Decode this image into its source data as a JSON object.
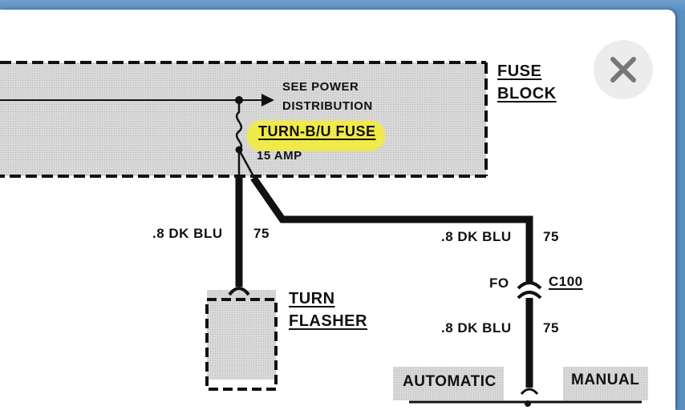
{
  "close": {
    "icon": "close-icon",
    "label": "×"
  },
  "diagram": {
    "fuse_block_label_line1": "FUSE",
    "fuse_block_label_line2": "BLOCK",
    "see_power_line1": "SEE POWER",
    "see_power_line2": "DISTRIBUTION",
    "fuse_name": "TURN-B/U FUSE",
    "fuse_rating": "15 AMP",
    "wire_left_gauge": ".8 DK BLU",
    "wire_left_circuit": "75",
    "wire_right_top_gauge": ".8 DK BLU",
    "wire_right_top_circuit": "75",
    "connector_pin": "FO",
    "connector_name": "C100",
    "wire_right_bottom_gauge": ".8 DK BLU",
    "wire_right_bottom_circuit": "75",
    "flasher_line1": "TURN",
    "flasher_line2": "FLASHER",
    "option_automatic": "AUTOMATIC",
    "option_manual": "MANUAL",
    "highlight_color": "#f4ee3a"
  }
}
